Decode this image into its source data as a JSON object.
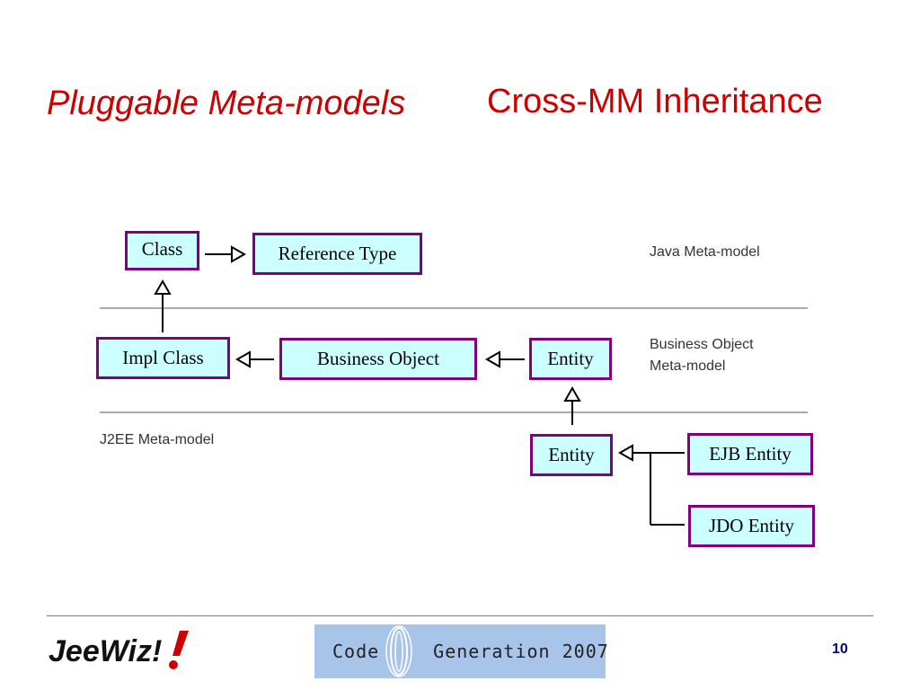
{
  "title": {
    "left": "Pluggable Meta-models",
    "right": "Cross-MM Inheritance"
  },
  "layers": {
    "java": "Java Meta-model",
    "business_line1": "Business Object",
    "business_line2": "Meta-model",
    "j2ee": "J2EE Meta-model"
  },
  "boxes": {
    "class": "Class",
    "reference_type": "Reference Type",
    "impl_class": "Impl Class",
    "business_object": "Business Object",
    "entity_bo": "Entity",
    "entity_j2ee": "Entity",
    "ejb_entity": "EJB Entity",
    "jdo_entity": "JDO Entity"
  },
  "footer": {
    "logo_text": "JeeWiz!",
    "banner_left": "Code",
    "banner_right": "Generation 2007",
    "page_number": "10"
  },
  "colors": {
    "title": "#cc0000",
    "box_fill": "#ccffff",
    "box_border": "#800080"
  }
}
